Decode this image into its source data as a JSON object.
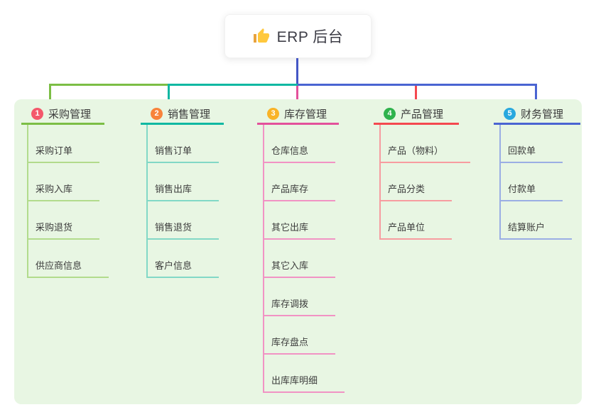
{
  "root": {
    "title": "ERP 后台",
    "icon": "thumbs-up-icon",
    "icon_color": "#FFC83D",
    "line_color": "#4456C5",
    "line_style": "background:#4456C5"
  },
  "panel": {
    "background": "#E8F6E3",
    "style": "background:#E8F6E3"
  },
  "branches": [
    {
      "num": "1",
      "title": "采购管理",
      "children": [
        "采购订单",
        "采购入库",
        "采购退货",
        "供应商信息"
      ],
      "colors": {
        "badge": "#F4586B",
        "main": "#7CBE45",
        "light": "#B2DB8C"
      },
      "style_vars": "--badge:#F4586B; --main:#7CBE45; --light:#B2DB8C",
      "seg_style": "background:#7CBE45"
    },
    {
      "num": "2",
      "title": "销售管理",
      "children": [
        "销售订单",
        "销售出库",
        "销售退货",
        "客户信息"
      ],
      "colors": {
        "badge": "#F8833B",
        "main": "#0FB8A2",
        "light": "#82D8C6"
      },
      "style_vars": "--badge:#F8833B; --main:#0FB8A2; --light:#82D8C6",
      "seg_style": "background:#0FB8A2"
    },
    {
      "num": "3",
      "title": "库存管理",
      "children": [
        "仓库信息",
        "产品库存",
        "其它出库",
        "其它入库",
        "库存调拨",
        "库存盘点",
        "出库库明细"
      ],
      "colors": {
        "badge": "#F9B327",
        "main": "#E3519B",
        "light": "#F193C4"
      },
      "style_vars": "--badge:#F9B327; --main:#E3519B; --light:#F193C4",
      "seg_style": "background:#E3519B"
    },
    {
      "num": "4",
      "title": "产品管理",
      "children": [
        "产品（物料）",
        "产品分类",
        "产品单位"
      ],
      "colors": {
        "badge": "#2EB24C",
        "main": "#F4484F",
        "light": "#F79CA0"
      },
      "style_vars": "--badge:#2EB24C; --main:#F4484F; --light:#F79CA0",
      "seg_style": "background:#F4484F"
    },
    {
      "num": "5",
      "title": "财务管理",
      "children": [
        "回款单",
        "付款单",
        "结算账户"
      ],
      "colors": {
        "badge": "#28A8DE",
        "main": "#4A64D2",
        "light": "#9AAEE4"
      },
      "style_vars": "--badge:#28A8DE; --main:#4A64D2; --light:#9AAEE4",
      "seg_style": "background:#4A64D2"
    }
  ]
}
